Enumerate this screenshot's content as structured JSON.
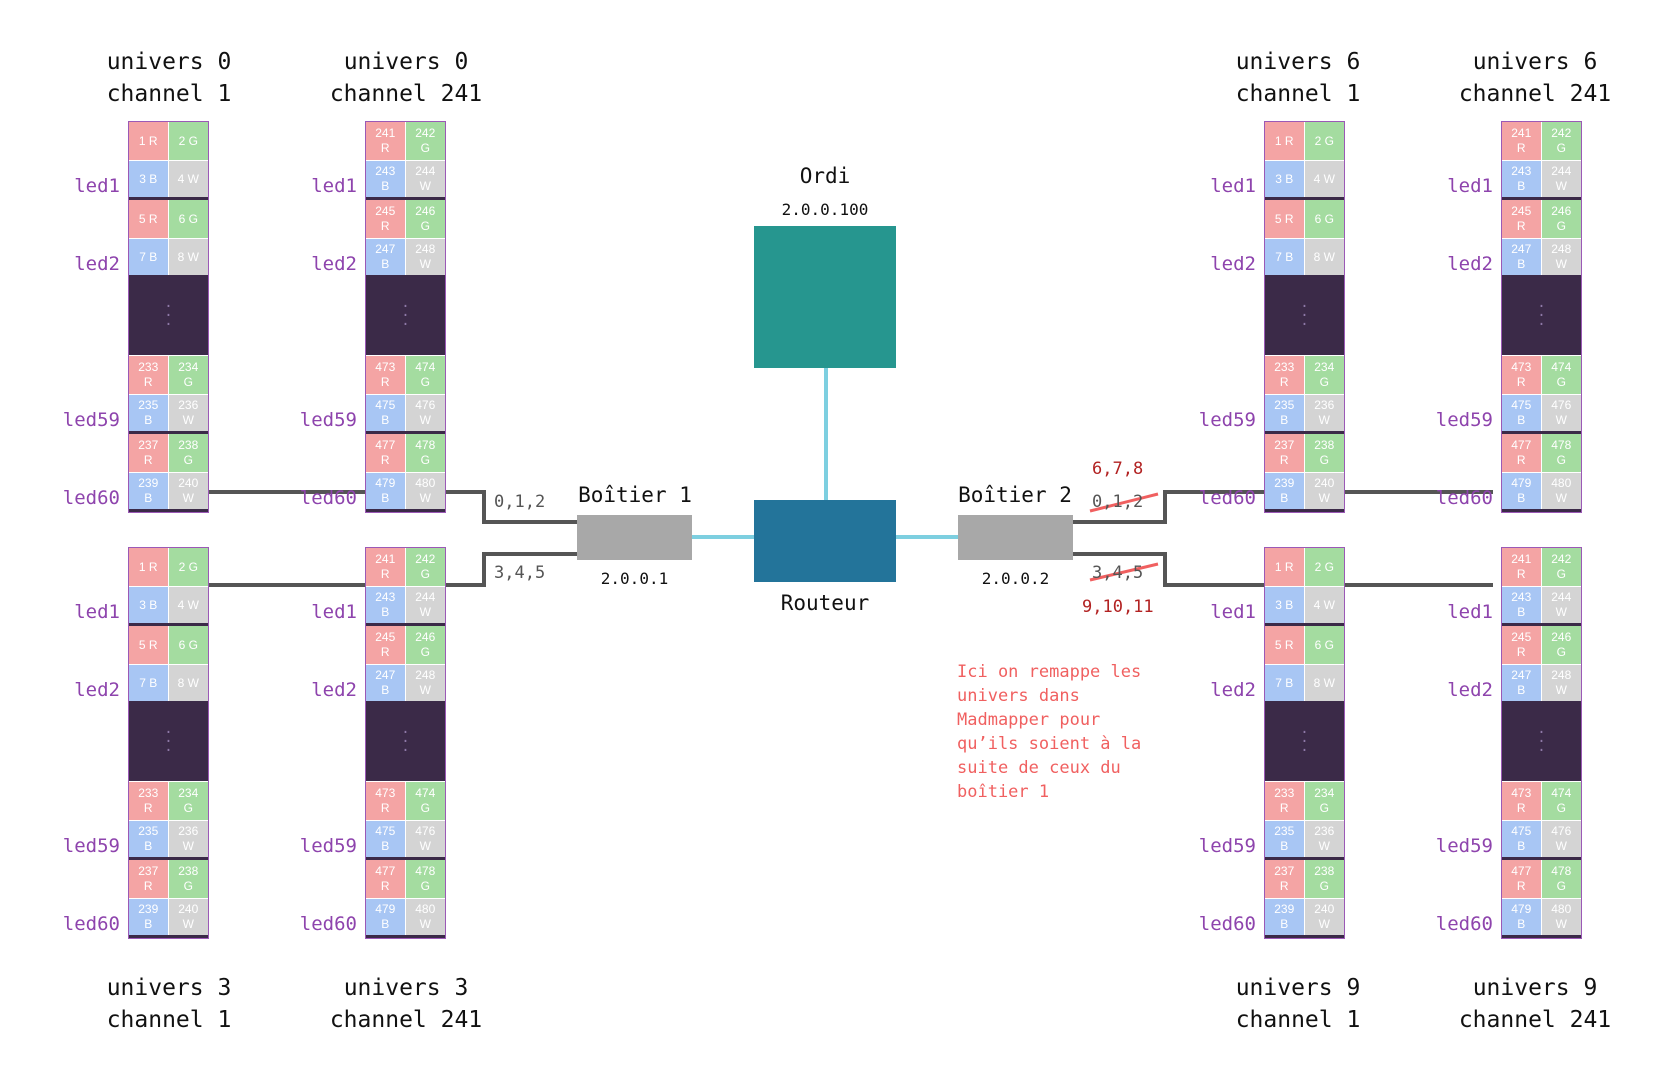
{
  "colors": {
    "led_r": "#f4a4a4",
    "led_g": "#a4dca0",
    "led_b": "#a8c6f4",
    "led_w": "#d4d4d4",
    "strip_border": "#9b59b6",
    "dots_bg": "#3b2a48",
    "led_label": "#8e44ad",
    "ordi": "#26968f",
    "routeur": "#23749a",
    "boitier": "#a8a8a8",
    "network_link": "#7dcfe0",
    "wire": "#555555",
    "remap_red": "#b22222",
    "note": "#f06060"
  },
  "led_labels": [
    "led1",
    "led2",
    "led59",
    "led60"
  ],
  "strip_channel1": {
    "led1": [
      "1 R",
      "2 G",
      "3 B",
      "4 W"
    ],
    "led2": [
      "5 R",
      "6 G",
      "7 B",
      "8 W"
    ],
    "led59": [
      "233\nR",
      "234\nG",
      "235\nB",
      "236\nW"
    ],
    "led60": [
      "237\nR",
      "238\nG",
      "239\nB",
      "240\nW"
    ]
  },
  "strip_channel241": {
    "led1": [
      "241\nR",
      "242\nG",
      "243\nB",
      "244\nW"
    ],
    "led2": [
      "245\nR",
      "246\nG",
      "247\nB",
      "248\nW"
    ],
    "led59": [
      "473\nR",
      "474\nG",
      "475\nB",
      "476\nW"
    ],
    "led60": [
      "477\nR",
      "478\nG",
      "479\nB",
      "480\nW"
    ]
  },
  "headers": {
    "top": [
      {
        "line1": "univers 0",
        "line2": "channel 1"
      },
      {
        "line1": "univers 0",
        "line2": "channel 241"
      },
      {
        "line1": "univers 6",
        "line2": "channel 1"
      },
      {
        "line1": "univers 6",
        "line2": "channel 241"
      }
    ],
    "bottom": [
      {
        "line1": "univers 3",
        "line2": "channel 1"
      },
      {
        "line1": "univers 3",
        "line2": "channel 241"
      },
      {
        "line1": "univers 9",
        "line2": "channel 1"
      },
      {
        "line1": "univers 9",
        "line2": "channel 241"
      }
    ]
  },
  "network": {
    "ordi_label": "Ordi",
    "ordi_ip": "2.0.0.100",
    "routeur_label": "Routeur",
    "boitier1_label": "Boîtier 1",
    "boitier1_ip": "2.0.0.1",
    "boitier2_label": "Boîtier 2",
    "boitier2_ip": "2.0.0.2"
  },
  "wires": {
    "b1_top": "0,1,2",
    "b1_bottom": "3,4,5",
    "b2_top_old": "0,1,2",
    "b2_top_new": "6,7,8",
    "b2_bottom_old": "3,4,5",
    "b2_bottom_new": "9,10,11"
  },
  "note_lines": [
    "Ici on remappe les",
    "univers dans",
    "Madmapper pour",
    "qu’ils soient à la",
    "suite de ceux du",
    "boîtier 1"
  ]
}
